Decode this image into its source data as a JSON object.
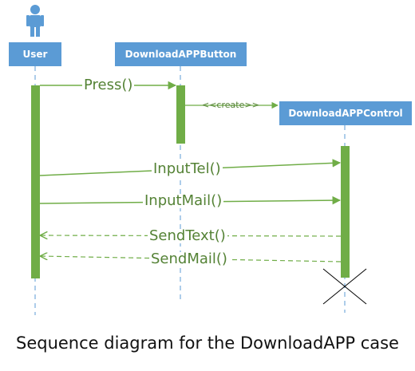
{
  "caption": "Sequence diagram for the DownloadAPP case",
  "participants": {
    "user": "User",
    "button": "DownloadAPPButton",
    "control": "DownloadAPPControl"
  },
  "messages": {
    "press": "Press()",
    "create": "<<create>>",
    "input_tel": "InputTel()",
    "input_mail": "InputMail()",
    "send_text": "SendText()",
    "send_mail": "SendMail()"
  },
  "colors": {
    "header_fill": "#5B9BD5",
    "activation": "#70AD47",
    "message": "#70AD47",
    "message_text": "#548235",
    "lifeline": "#5B9BD5",
    "destroy": "#000000"
  },
  "icons": {
    "actor": "person-icon",
    "destroy": "destroy-x-icon"
  }
}
